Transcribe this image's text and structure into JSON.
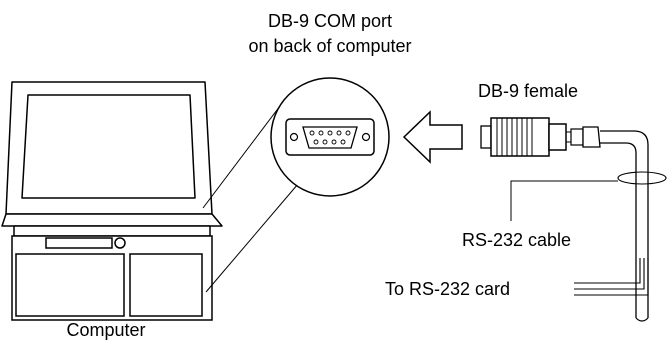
{
  "diagram": {
    "port_label_line1": "DB-9 COM port",
    "port_label_line2": "on back of computer",
    "connector_label": "DB-9 female",
    "cable_label": "RS-232 cable",
    "card_label": "To RS-232 card",
    "computer_label": "Computer"
  },
  "colors": {
    "ink": "#000000",
    "paper": "#ffffff"
  }
}
